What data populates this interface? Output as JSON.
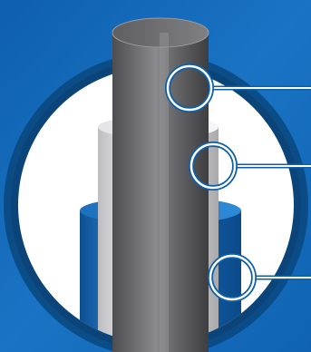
{
  "diagram": {
    "background_color": "#1268b4",
    "ring_color": "#0b4b84",
    "disc_color": "#ffffff",
    "callout_color": "#ffffff",
    "callout_ring_color": "#0d5fa8",
    "layers": [
      {
        "name": "core-rod",
        "color": "#6a6a6c"
      },
      {
        "name": "middle-sleeve",
        "color": "#cfcfd1"
      },
      {
        "name": "outer-sheath",
        "color": "#1766b0"
      }
    ],
    "callouts": [
      {
        "target": "core-rod"
      },
      {
        "target": "middle-sleeve"
      },
      {
        "target": "outer-sheath"
      }
    ]
  }
}
